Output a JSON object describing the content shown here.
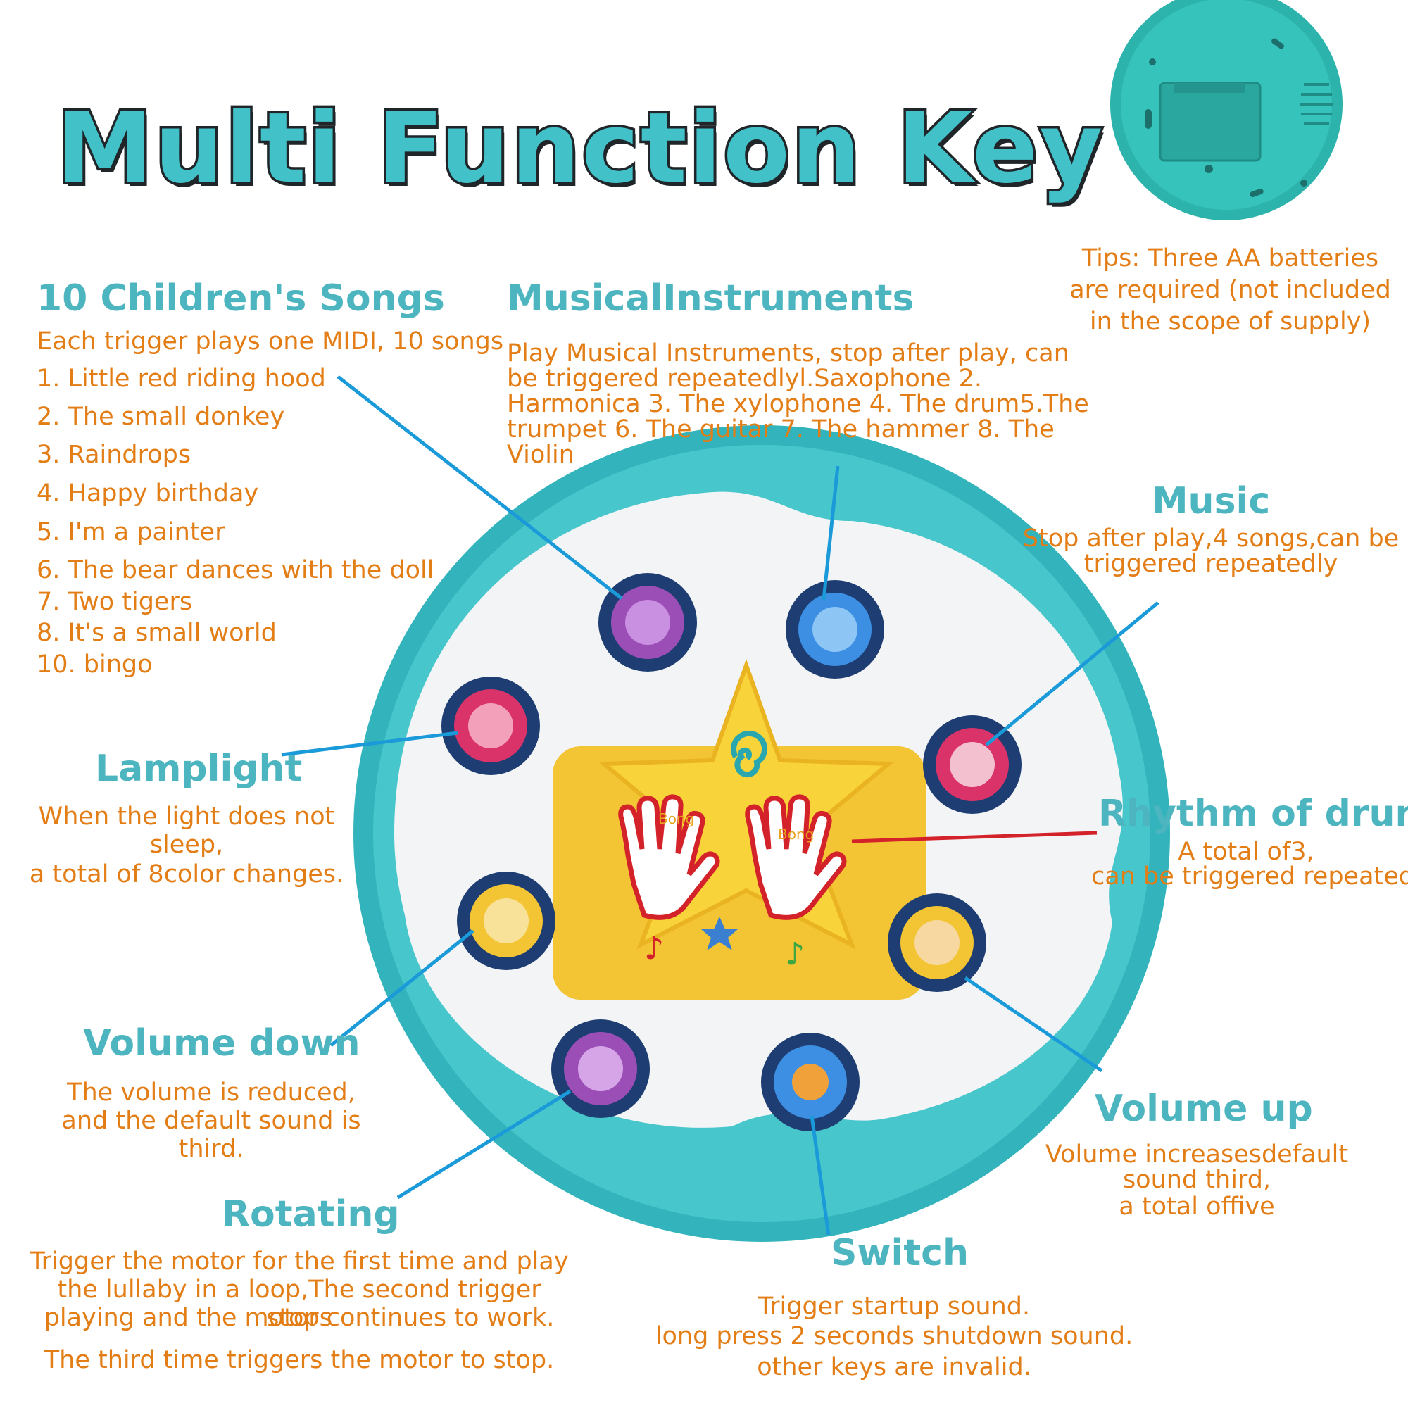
{
  "title": "Multi Function Key",
  "tips": "Tips: Three AA batteries are required (not included in the scope of supply)",
  "songs": {
    "heading": "10 Children's Songs",
    "intro": "Each trigger plays one MIDI, 10 songs",
    "items": [
      "1. Little red riding hood",
      "2. The small donkey",
      "3. Raindrops",
      "4. Happy birthday",
      "5. I'm a painter",
      "6. The bear dances with the doll",
      "7. Two tigers",
      "8. It's a small world",
      "10. bingo"
    ]
  },
  "instruments": {
    "heading": "MusicalInstruments",
    "text": "Play Musical Instruments, stop after play, can be triggered repeatedlyl.Saxophone 2. Harmonica 3. The xylophone 4. The drum5.The trumpet 6. The guitar 7. The hammer 8. The Violin"
  },
  "music": {
    "heading": "Music",
    "text": "Stop after play,4 songs,can be triggered repeatedly"
  },
  "lamplight": {
    "heading": "Lamplight",
    "line1": "When the light does not sleep,",
    "line2": "a total of 8color changes."
  },
  "drum": {
    "heading": "Rhythm of drum",
    "line1": "A total of3,",
    "line2": "can be triggered repeatedly"
  },
  "volume_down": {
    "heading": "Volume down",
    "line1": "The volume is reduced,",
    "line2": "and the default sound is third."
  },
  "volume_up": {
    "heading": "Volume up",
    "line1": "Volume increasesdefault",
    "line2": "sound third,",
    "line3": "a total offive"
  },
  "rotating": {
    "heading": "Rotating",
    "line1": "Trigger the motor for the first time and play",
    "line2": "the lullaby in a loop,The second trigger stops",
    "line3": "playing and the motor continues to work.",
    "line4": "The third time triggers the motor to stop."
  },
  "switch": {
    "heading": "Switch",
    "line1": "Trigger startup sound.",
    "line2": "long press 2 seconds shutdown sound.",
    "line3": "other keys are invalid."
  },
  "toy": {
    "bong_left": "Bong",
    "bong_right": "Bong"
  },
  "colors": {
    "teal": "#3fbfc4",
    "heading": "#4cb5bf",
    "body_text": "#e37d16",
    "leader_line": "#1a9ad8",
    "drum_line": "#d4222a",
    "star": "#f8d339"
  }
}
